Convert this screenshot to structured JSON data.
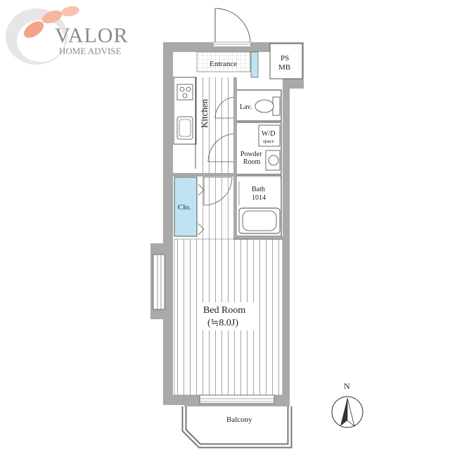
{
  "brand": {
    "name": "VALOR",
    "subtitle": "HOME ADVISE",
    "accent_color": "#f0a080"
  },
  "rooms": {
    "entrance": "Entrance",
    "ps_line1": "PS",
    "ps_line2": "MB",
    "kitchen": "Kitchen",
    "lavatory": "Lav.",
    "wd_line1": "W/D",
    "wd_line2": "space",
    "powder_line1": "Powder",
    "powder_line2": "Room",
    "bath_line1": "Bath",
    "bath_line2": "1014",
    "closet": "Clo.",
    "bedroom_line1": "Bed Room",
    "bedroom_line2": "(≒8.0J)",
    "balcony": "Balcony"
  },
  "compass": {
    "label": "N"
  },
  "colors": {
    "wall": "#a9a9a9",
    "closet_fill": "#bfe3f2",
    "floor_line": "#8c8c8c",
    "tile_line": "#cccccc"
  }
}
